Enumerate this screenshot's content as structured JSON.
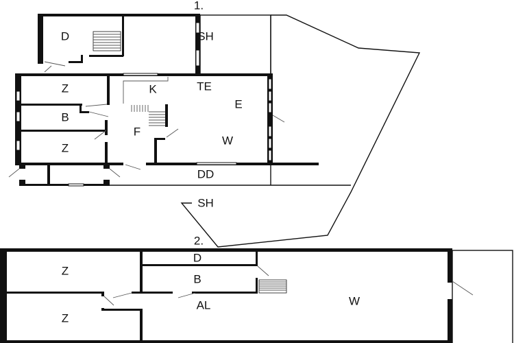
{
  "floors": [
    {
      "label": "1.",
      "rooms": {
        "d": "D",
        "sh": "SH",
        "z_top": "Z",
        "k": "K",
        "te": "TE",
        "e": "E",
        "b": "B",
        "f": "F",
        "z_bottom": "Z",
        "w": "W",
        "dd": "DD",
        "sh_outdoor": "SH"
      }
    },
    {
      "label": "2.",
      "rooms": {
        "z_top": "Z",
        "d": "D",
        "b": "B",
        "al": "AL",
        "w": "W",
        "z_bottom": "Z"
      }
    }
  ]
}
